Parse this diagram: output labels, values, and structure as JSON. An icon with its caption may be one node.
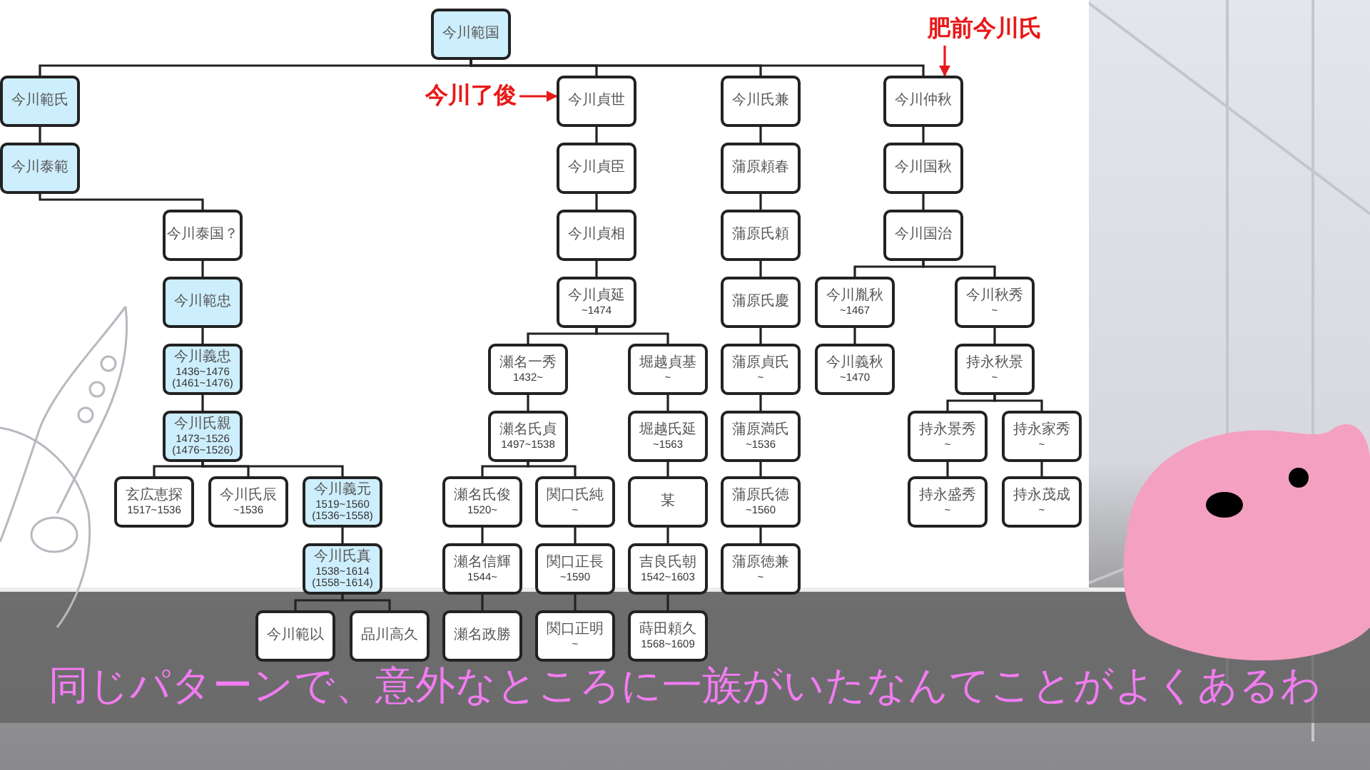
{
  "diagram": {
    "nodes": [
      {
        "text": [
          "今川範国"
        ]
      },
      {
        "text": [
          "今川範氏"
        ]
      },
      {
        "text": [
          "今川泰範"
        ]
      },
      {
        "text": [
          "今川泰国？"
        ]
      },
      {
        "text": [
          "今川範忠"
        ]
      },
      {
        "text": [
          "今川義忠",
          "1436~1476",
          "(1461~1476)"
        ]
      },
      {
        "text": [
          "今川氏親",
          "1473~1526",
          "(1476~1526)"
        ]
      },
      {
        "text": [
          "玄広恵探",
          "1517~1536"
        ]
      },
      {
        "text": [
          "今川氏辰",
          "~1536"
        ]
      },
      {
        "text": [
          "今川義元",
          "1519~1560",
          "(1536~1558)"
        ]
      },
      {
        "text": [
          "今川氏真",
          "1538~1614",
          "(1558~1614)"
        ]
      },
      {
        "text": [
          "今川範以"
        ]
      },
      {
        "text": [
          "品川高久"
        ]
      },
      {
        "text": [
          "今川貞世"
        ]
      },
      {
        "text": [
          "今川貞臣"
        ]
      },
      {
        "text": [
          "今川貞相"
        ]
      },
      {
        "text": [
          "今川貞延",
          "~1474"
        ]
      },
      {
        "text": [
          "瀬名一秀",
          "1432~"
        ]
      },
      {
        "text": [
          "瀬名氏貞",
          "1497~1538"
        ]
      },
      {
        "text": [
          "瀬名氏俊",
          "1520~"
        ]
      },
      {
        "text": [
          "瀬名信輝",
          "1544~"
        ]
      },
      {
        "text": [
          "瀬名政勝"
        ]
      },
      {
        "text": [
          "関口氏純",
          "~"
        ]
      },
      {
        "text": [
          "関口正長",
          "~1590"
        ]
      },
      {
        "text": [
          "関口正明",
          "~"
        ]
      },
      {
        "text": [
          "堀越貞基",
          "~"
        ]
      },
      {
        "text": [
          "堀越氏延",
          "~1563"
        ]
      },
      {
        "text": [
          "某"
        ]
      },
      {
        "text": [
          "吉良氏朝",
          "1542~1603"
        ]
      },
      {
        "text": [
          "蒔田頼久",
          "1568~1609"
        ]
      },
      {
        "text": [
          "今川氏兼"
        ]
      },
      {
        "text": [
          "蒲原頼春"
        ]
      },
      {
        "text": [
          "蒲原氏頼"
        ]
      },
      {
        "text": [
          "蒲原氏慶"
        ]
      },
      {
        "text": [
          "蒲原貞氏",
          "~"
        ]
      },
      {
        "text": [
          "蒲原満氏",
          "~1536"
        ]
      },
      {
        "text": [
          "蒲原氏徳",
          "~1560"
        ]
      },
      {
        "text": [
          "蒲原徳兼",
          "~"
        ]
      },
      {
        "text": [
          "今川仲秋"
        ]
      },
      {
        "text": [
          "今川国秋"
        ]
      },
      {
        "text": [
          "今川国治"
        ]
      },
      {
        "text": [
          "今川胤秋",
          "~1467"
        ]
      },
      {
        "text": [
          "今川義秋",
          "~1470"
        ]
      },
      {
        "text": [
          "今川秋秀",
          "~"
        ]
      },
      {
        "text": [
          "持永秋景",
          "~"
        ]
      },
      {
        "text": [
          "持永景秀",
          "~"
        ]
      },
      {
        "text": [
          "持永盛秀",
          "~"
        ]
      },
      {
        "text": [
          "持永家秀",
          "~"
        ]
      },
      {
        "text": [
          "持永茂成",
          "~"
        ]
      },
      {
        "text": [
          "今川了俊"
        ]
      },
      {
        "text": [
          "肥前今川氏"
        ]
      }
    ],
    "edges": [
      {
        "from": 0,
        "to": 1,
        "arrow": "none"
      },
      {
        "from": 1,
        "to": 2,
        "arrow": "none"
      },
      {
        "from": 2,
        "to": 3,
        "arrow": "none"
      },
      {
        "from": 3,
        "to": 4,
        "arrow": "none"
      },
      {
        "from": 4,
        "to": 5,
        "arrow": "none"
      },
      {
        "from": 5,
        "to": 6,
        "arrow": "none"
      },
      {
        "from": 6,
        "to": 7,
        "arrow": "none"
      },
      {
        "from": 6,
        "to": 8,
        "arrow": "none"
      },
      {
        "from": 6,
        "to": 9,
        "arrow": "none"
      },
      {
        "from": 9,
        "to": 10,
        "arrow": "none"
      },
      {
        "from": 10,
        "to": 11,
        "arrow": "none"
      },
      {
        "from": 10,
        "to": 12,
        "arrow": "none"
      },
      {
        "from": 0,
        "to": 13,
        "arrow": "none"
      },
      {
        "from": 13,
        "to": 14,
        "arrow": "none"
      },
      {
        "from": 14,
        "to": 15,
        "arrow": "none"
      },
      {
        "from": 15,
        "to": 16,
        "arrow": "none"
      },
      {
        "from": 16,
        "to": 17,
        "arrow": "none"
      },
      {
        "from": 16,
        "to": 25,
        "arrow": "none"
      },
      {
        "from": 17,
        "to": 18,
        "arrow": "none"
      },
      {
        "from": 18,
        "to": 19,
        "arrow": "none"
      },
      {
        "from": 18,
        "to": 22,
        "arrow": "none"
      },
      {
        "from": 19,
        "to": 20,
        "arrow": "none"
      },
      {
        "from": 20,
        "to": 21,
        "arrow": "none"
      },
      {
        "from": 22,
        "to": 23,
        "arrow": "none"
      },
      {
        "from": 23,
        "to": 24,
        "arrow": "none"
      },
      {
        "from": 25,
        "to": 26,
        "arrow": "none"
      },
      {
        "from": 26,
        "to": 27,
        "arrow": "none"
      },
      {
        "from": 27,
        "to": 28,
        "arrow": "none"
      },
      {
        "from": 28,
        "to": 29,
        "arrow": "none"
      },
      {
        "from": 0,
        "to": 30,
        "arrow": "none"
      },
      {
        "from": 30,
        "to": 31,
        "arrow": "none"
      },
      {
        "from": 31,
        "to": 32,
        "arrow": "none"
      },
      {
        "from": 32,
        "to": 33,
        "arrow": "none"
      },
      {
        "from": 33,
        "to": 34,
        "arrow": "none"
      },
      {
        "from": 34,
        "to": 35,
        "arrow": "none"
      },
      {
        "from": 35,
        "to": 36,
        "arrow": "none"
      },
      {
        "from": 36,
        "to": 37,
        "arrow": "none"
      },
      {
        "from": 0,
        "to": 38,
        "arrow": "none"
      },
      {
        "from": 38,
        "to": 39,
        "arrow": "none"
      },
      {
        "from": 39,
        "to": 40,
        "arrow": "none"
      },
      {
        "from": 40,
        "to": 41,
        "arrow": "none"
      },
      {
        "from": 40,
        "to": 43,
        "arrow": "none"
      },
      {
        "from": 41,
        "to": 42,
        "arrow": "none"
      },
      {
        "from": 43,
        "to": 44,
        "arrow": "none"
      },
      {
        "from": 44,
        "to": 45,
        "arrow": "none"
      },
      {
        "from": 44,
        "to": 47,
        "arrow": "none"
      },
      {
        "from": 45,
        "to": 46,
        "arrow": "none"
      },
      {
        "from": 47,
        "to": 48,
        "arrow": "none"
      },
      {
        "from": 49,
        "to": 13,
        "arrow": "to",
        "color": "#e81818"
      },
      {
        "from": 50,
        "to": 38,
        "arrow": "to",
        "color": "#e81818"
      }
    ],
    "labels": [
      "同じパターンで、意外なところに一族がいたなんてことがよくあるわ"
    ]
  }
}
